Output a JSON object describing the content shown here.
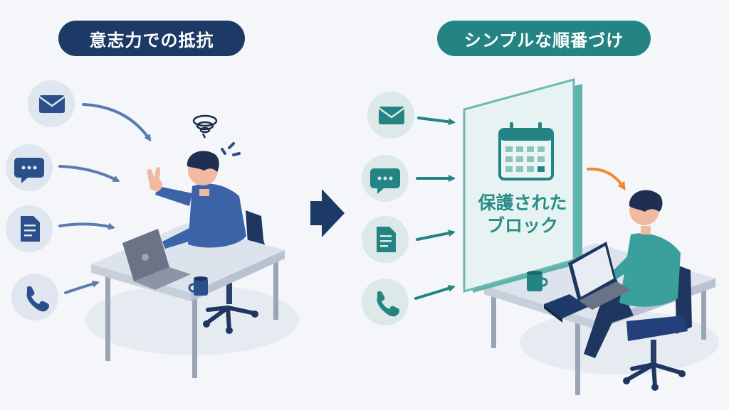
{
  "left_panel": {
    "title": "意志力での抵抗",
    "title_color": "#1d3a66",
    "notification_icons": [
      "mail-icon",
      "chat-icon",
      "document-icon",
      "phone-icon"
    ],
    "accent": "#5b7bb0"
  },
  "right_panel": {
    "title": "シンプルな順番づけ",
    "title_color": "#238483",
    "notification_icons": [
      "mail-icon",
      "chat-icon",
      "document-icon",
      "phone-icon"
    ],
    "shield": {
      "icon": "calendar-icon",
      "line1": "保護された",
      "line2": "ブロック"
    },
    "accent": "#2a8c87",
    "pass_arrow_color": "#f08a2c"
  },
  "transition_arrow": {
    "icon": "arrow-right-icon",
    "color": "#1d3a66"
  }
}
